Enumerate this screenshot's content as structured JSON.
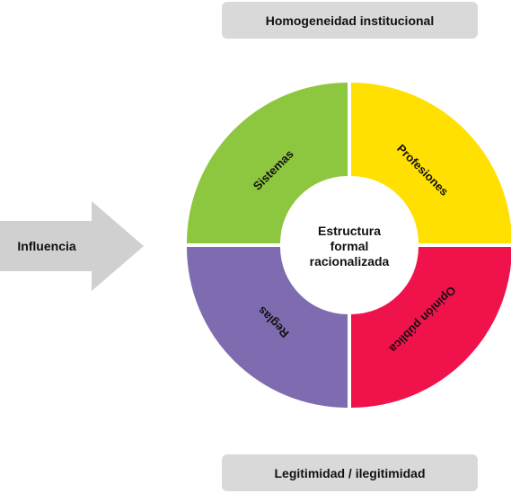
{
  "top_label": "Homogeneidad institucional",
  "bottom_label": "Legitimidad / ilegitimidad",
  "arrow_label": "Influencia",
  "center_lines": [
    "Estructura",
    "formal",
    "racionalizada"
  ],
  "segments": [
    {
      "label": "Sistemas",
      "color": "#8dc63f",
      "quadrant": "top-left"
    },
    {
      "label": "Profesiones",
      "color": "#ffe000",
      "quadrant": "top-right"
    },
    {
      "label": "Reglas",
      "color": "#7f6bb0",
      "quadrant": "bottom-left"
    },
    {
      "label": "Opinión pública",
      "color": "#f0124b",
      "quadrant": "bottom-right"
    }
  ],
  "arrow_color": "#d0d0d0"
}
